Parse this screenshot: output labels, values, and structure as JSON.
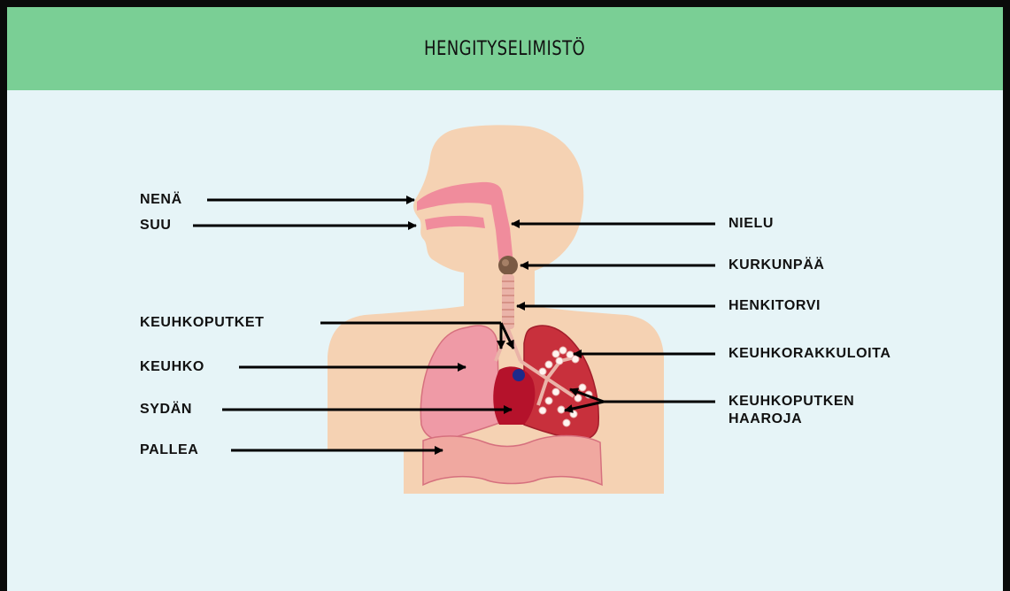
{
  "title": "HENGITYSELIMISTÖ",
  "labels": {
    "nena": "NENÄ",
    "suu": "SUU",
    "keuhkoputket": "KEUHKOPUTKET",
    "keuhko": "KEUHKO",
    "sydan": "SYDÄN",
    "pallea": "PALLEA",
    "nielu": "NIELU",
    "kurkunpaa": "KURKUNPÄÄ",
    "henkitorvi": "HENKITORVI",
    "keuhkorakkuloita": "KEUHKORAKKULOITA",
    "haaroja_line1": "KEUHKOPUTKEN",
    "haaroja_line2": "HAAROJA"
  },
  "colors": {
    "banner": "#7acf95",
    "background": "#e6f4f7",
    "skin": "#f5d2b3",
    "airway": "#f08c9c",
    "lung": "#ef9aa6",
    "lung_dark": "#c8303c",
    "heart": "#b5122b"
  }
}
